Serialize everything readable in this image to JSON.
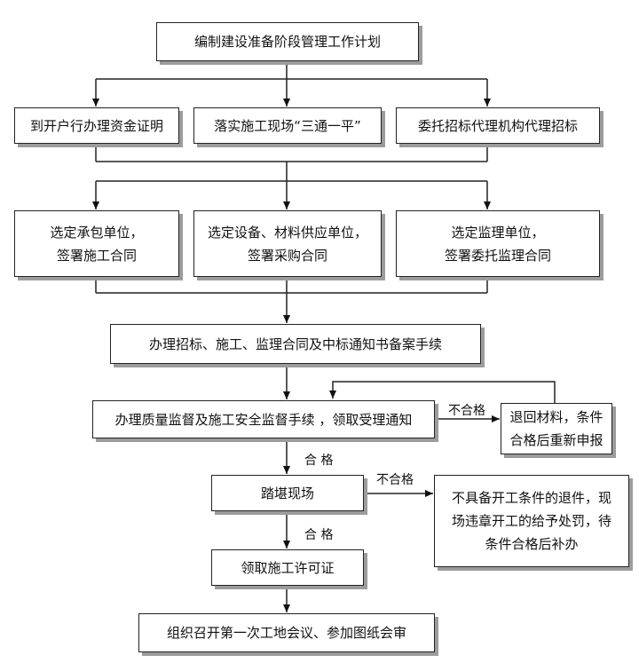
{
  "nodes": {
    "plan": "编制建设准备阶段管理工作计划",
    "fund": "到开户行办理资金证明",
    "site": "落实施工现场“三通一平”",
    "agent": "委托招标代理机构代理招标",
    "contractor": [
      "选定承包单位，",
      "签署施工合同"
    ],
    "supplier": [
      "选定设备、材料供应单位，",
      "签署采购合同"
    ],
    "supervisor": [
      "选定监理单位，",
      "签署委托监理合同"
    ],
    "filing": "办理招标、施工、监理合同及中标通知书备案手续",
    "quality": "办理质量监督及施工安全监督手续 ，领取受理通知",
    "return": [
      "退回材料，条件",
      "合格后重新申报"
    ],
    "survey": "踏堪现场",
    "penalty": [
      "不具备开工条件的退件，现",
      "场违章开工的给予处罚，待",
      "条件合格后补办"
    ],
    "permit": "领取施工许可证",
    "meeting": "组织召开第一次工地会议、参加图纸会审"
  },
  "edge_labels": {
    "fail_1": "不合格",
    "pass_1": "合 格",
    "fail_2": "不合格",
    "pass_2": "合 格"
  }
}
